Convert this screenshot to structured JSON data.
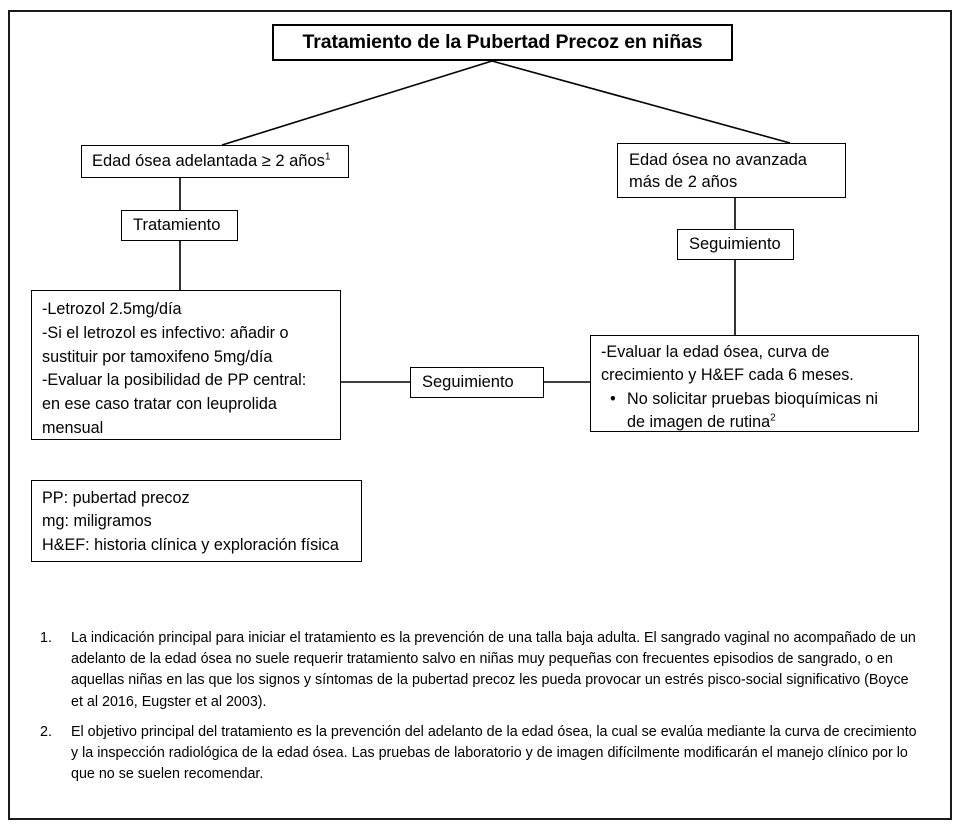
{
  "diagram": {
    "title": "Tratamiento de la Pubertad Precoz en niñas",
    "branches": {
      "left": {
        "label_main": "Edad ósea adelantada ≥ 2 años",
        "label_superscript": "1",
        "step": "Tratamiento",
        "detail_lines": [
          "-Letrozol 2.5mg/día",
          "-Si el letrozol es infectivo: añadir o",
          "sustituir por tamoxifeno 5mg/día",
          "-Evaluar la posibilidad de PP central:",
          "en ese caso tratar con leuprolida",
          "mensual"
        ]
      },
      "right": {
        "label_lines": [
          "Edad ósea no avanzada",
          "más de 2 años"
        ],
        "step": "Seguimiento",
        "detail_lines": [
          "-Evaluar la edad ósea, curva de",
          "crecimiento y H&EF cada 6 meses."
        ],
        "detail_bullet": {
          "marker": "•",
          "lines": [
            "No solicitar pruebas bioquímicas ni",
            "de imagen de rutina"
          ],
          "superscript": "2"
        }
      },
      "middle": {
        "step": "Seguimiento"
      }
    },
    "legend_lines": [
      "PP: pubertad precoz",
      "mg: miligramos",
      "H&EF: historia clínica y exploración física"
    ],
    "footnotes": [
      {
        "marker": "1.",
        "text": "La indicación principal para iniciar el tratamiento es la prevención de una talla baja adulta. El sangrado vaginal no acompañado de un adelanto de la edad ósea no suele requerir tratamiento salvo en niñas muy pequeñas con frecuentes episodios de sangrado, o en aquellas niñas en las que los signos y síntomas de la pubertad precoz les pueda provocar un estrés pisco-social significativo (Boyce et al 2016, Eugster et al 2003)."
      },
      {
        "marker": "2.",
        "text": "El objetivo principal del tratamiento es la prevención del adelanto de la edad ósea, la cual se evalúa mediante la curva de crecimiento y la inspección radiológica de la edad ósea. Las pruebas de laboratorio y de imagen difícilmente modificarán el manejo clínico por lo que no se suelen recomendar."
      }
    ],
    "colors": {
      "border": "#000000",
      "frame": "#1a1a1a",
      "background": "#ffffff",
      "text": "#000000"
    }
  }
}
